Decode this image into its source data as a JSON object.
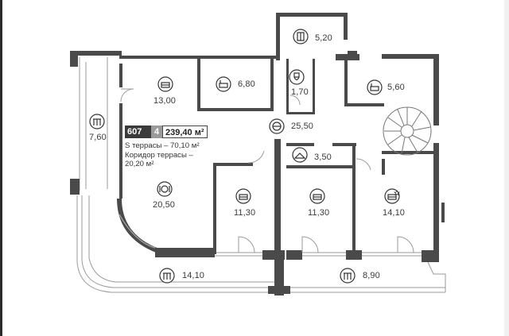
{
  "apartment": {
    "number": "607",
    "rooms": "4",
    "total_area": "239,40 м²"
  },
  "notes": [
    "S террасы – 70,10 м²",
    "Коридор террасы –",
    "20,20 м²"
  ],
  "rooms": [
    {
      "name": "storage-top",
      "area": "5,20",
      "icon": "wardrobe-icon"
    },
    {
      "name": "bedroom-1",
      "area": "13,00",
      "icon": "bedroom-icon"
    },
    {
      "name": "bathroom-1",
      "area": "6,80",
      "icon": "bathtub-icon"
    },
    {
      "name": "toilet",
      "area": "1,70",
      "icon": "toilet-icon"
    },
    {
      "name": "bathroom-2",
      "area": "5,60",
      "icon": "bathtub-icon"
    },
    {
      "name": "terrace-left",
      "area": "7,60",
      "icon": "terrace-icon"
    },
    {
      "name": "hall",
      "area": "25,50",
      "icon": "hall-icon"
    },
    {
      "name": "dressing",
      "area": "3,50",
      "icon": "hanger-icon"
    },
    {
      "name": "kitchen-dining",
      "area": "20,50",
      "icon": "dining-icon"
    },
    {
      "name": "bedroom-2",
      "area": "11,30",
      "icon": "bedroom-icon"
    },
    {
      "name": "bedroom-3",
      "area": "11,30",
      "icon": "bedroom-icon"
    },
    {
      "name": "master-bedroom",
      "area": "14,10",
      "icon": "bedroom-icon"
    },
    {
      "name": "terrace-bottom-left",
      "area": "14,10",
      "icon": "terrace-icon"
    },
    {
      "name": "terrace-bottom-right",
      "area": "8,90",
      "icon": "terrace-icon"
    }
  ],
  "colors": {
    "wall": "#4a4a4a",
    "thin_line": "#9a9a9a",
    "badge_dark": "#3b3b3b",
    "badge_mid": "#9a9a9a"
  }
}
